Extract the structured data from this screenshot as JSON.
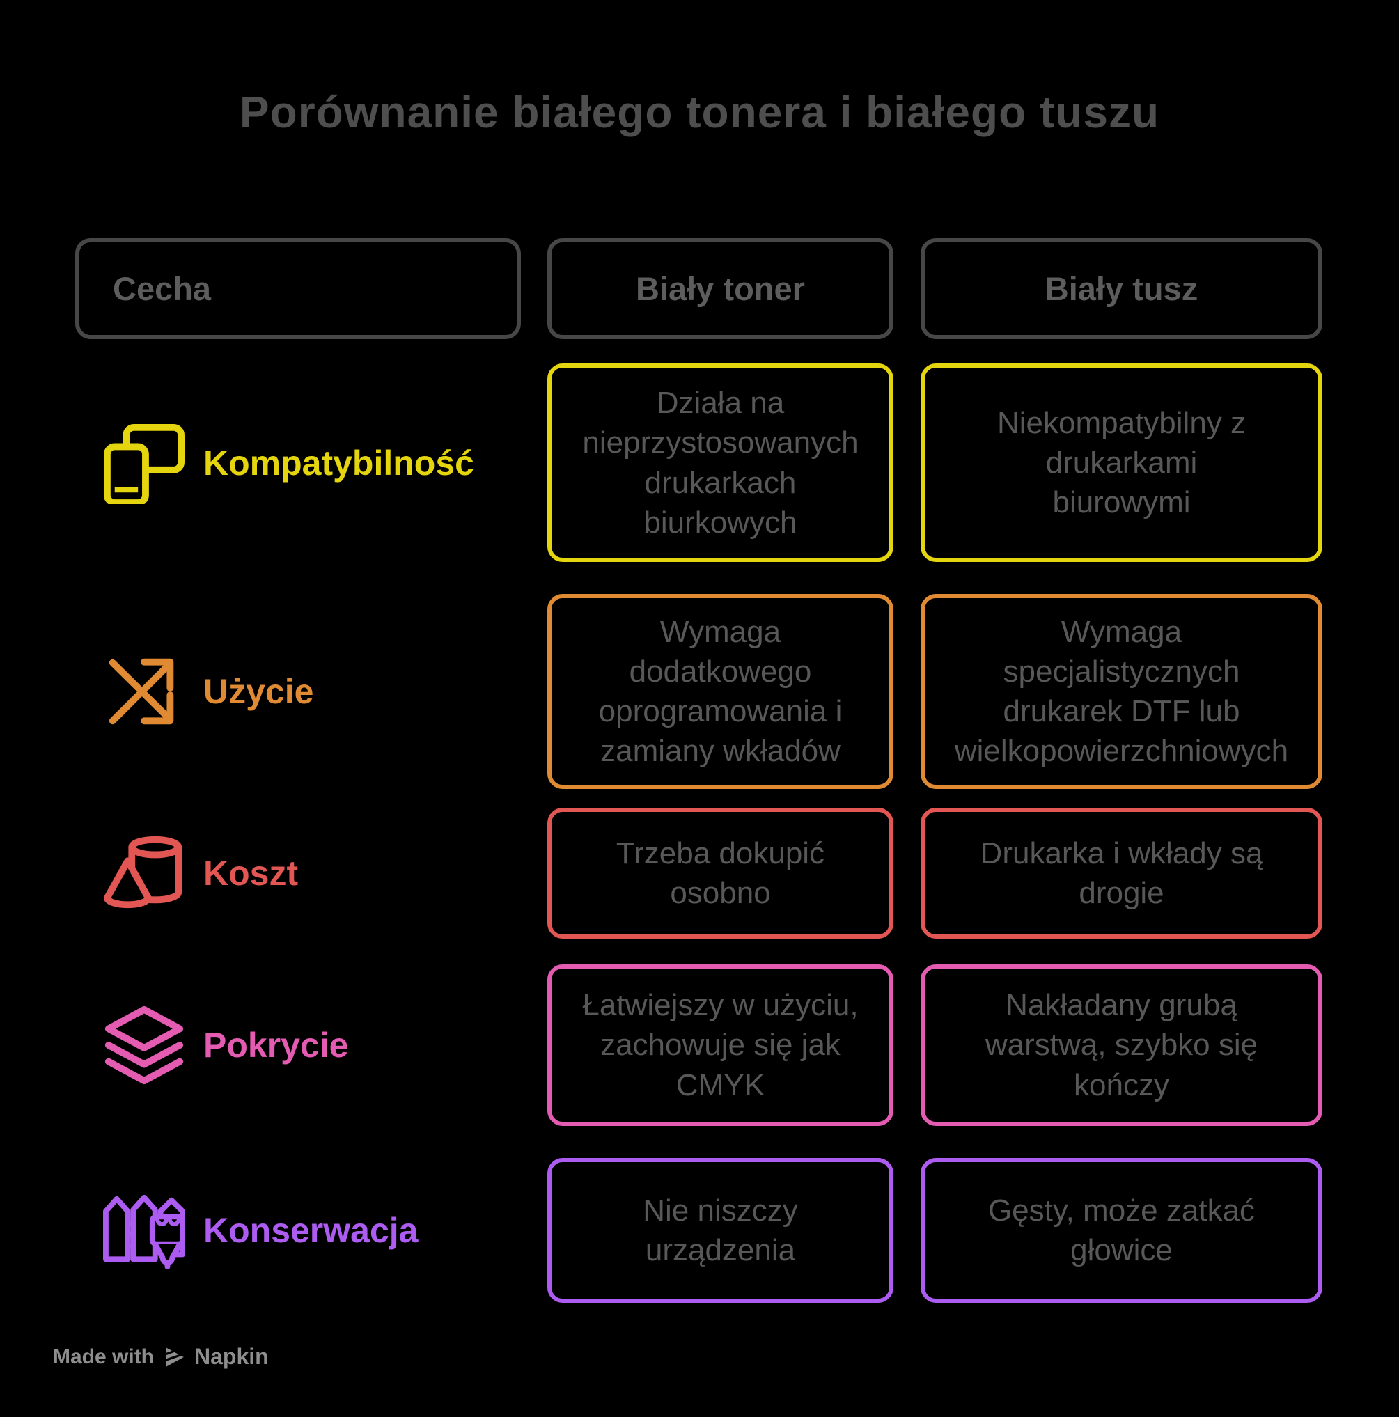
{
  "title": "Porównanie białego tonera i białego tuszu",
  "table": {
    "headers": [
      {
        "label": "Cecha"
      },
      {
        "label": "Biały toner"
      },
      {
        "label": "Biały tusz"
      }
    ],
    "rows": [
      {
        "feature": "Kompatybilność",
        "icon": "devices-icon",
        "color": "#e5d50e",
        "toner": "Działa na\nnieprzystosowanych\ndrukarkach\nbiurkowych",
        "tusz": "Niekompatybilny z\ndrukarkami\nbiurowymi"
      },
      {
        "feature": "Użycie",
        "icon": "shuffle-arrows-icon",
        "color": "#e08b33",
        "toner": "Wymaga\ndodatkowego\noprogramowania i\nzamiany wkładów",
        "tusz": "Wymaga\nspecjalistycznych\ndrukarek DTF lub\nwielkopowierzchniowych"
      },
      {
        "feature": "Koszt",
        "icon": "cone-cylinder-icon",
        "color": "#e25654",
        "toner": "Trzeba dokupić\nosobno",
        "tusz": "Drukarka i wkłady są\ndrogie"
      },
      {
        "feature": "Pokrycie",
        "icon": "layers-icon",
        "color": "#e35cb2",
        "toner": "Łatwiejszy w użyciu,\nzachowuje się jak\nCMYK",
        "tusz": "Nakładany grubą\nwarstwą, szybko się\nkończy"
      },
      {
        "feature": "Konserwacja",
        "icon": "fence-paintbrush-icon",
        "color": "#ac5cf0",
        "toner": "Nie niszczy\nurządzenia",
        "tusz": "Gęsty, może zatkać\ngłowice"
      }
    ]
  },
  "footer": {
    "made_with": "Made with",
    "brand": "Napkin",
    "logo": "napkin-logo"
  },
  "colors": {
    "background": "#000000",
    "title_text": "#4e4e4e",
    "header_border": "#474747",
    "header_text": "#5d5d5d",
    "cell_text": "#585858",
    "footer_text": "#8e8e8e",
    "row_yellow": "#e5d50e",
    "row_orange": "#e08b33",
    "row_red": "#e25654",
    "row_pink": "#e35cb2",
    "row_purple": "#ac5cf0"
  }
}
